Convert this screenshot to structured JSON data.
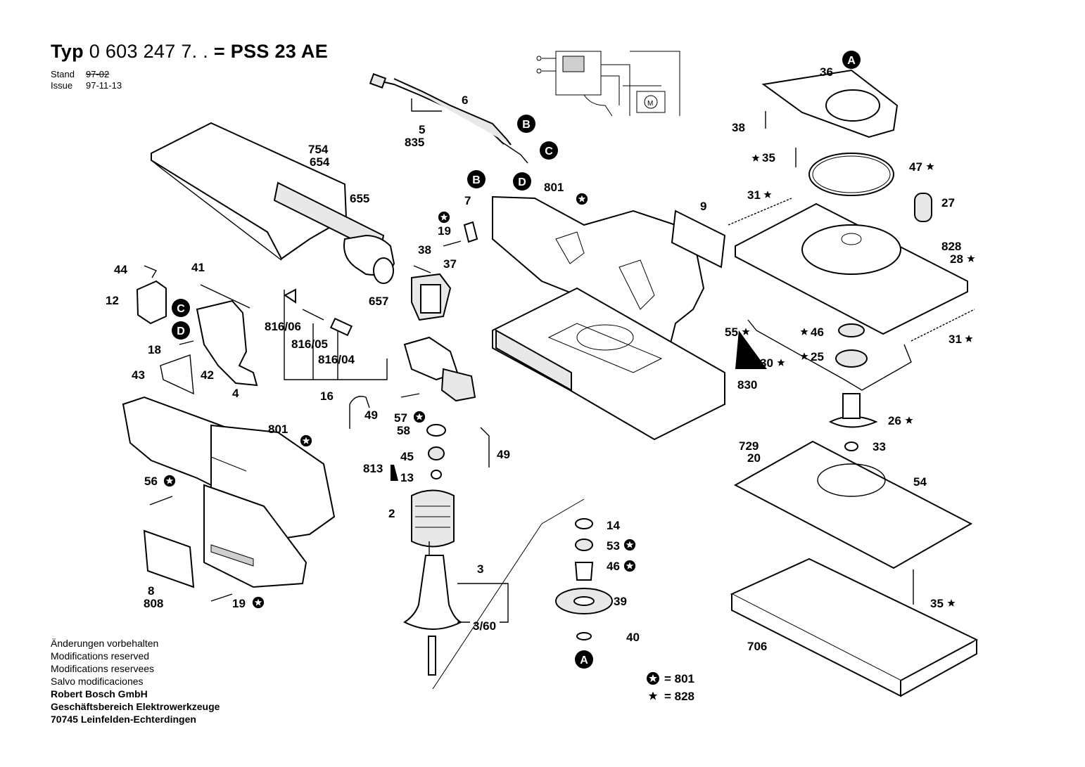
{
  "header": {
    "typ_label": "Typ",
    "type_number": "0 603 247 7. .",
    "equals": "=",
    "model": "PSS 23 AE",
    "stand_label": "Stand",
    "stand_value": "97-02",
    "issue_label": "Issue",
    "issue_value": "97-11-13"
  },
  "labels": {
    "p36": "36",
    "p38a": "38",
    "p35a": "35",
    "p47": "47",
    "p27": "27",
    "p31a": "31",
    "p31b": "31",
    "p828": "828",
    "p28": "28",
    "p46a": "46",
    "p25": "25",
    "p55": "55",
    "p30": "30",
    "p830": "830",
    "p26": "26",
    "p33": "33",
    "p729": "729",
    "p20": "20",
    "p54": "54",
    "p35b": "35",
    "p706": "706",
    "p6": "6",
    "p5": "5",
    "p835": "835",
    "p754": "754",
    "p654": "654",
    "p655": "655",
    "p657": "657",
    "p801a": "801",
    "p9": "9",
    "p7": "7",
    "p19a": "19",
    "p37": "37",
    "p38b": "38",
    "p44": "44",
    "p41": "41",
    "p12": "12",
    "p18": "18",
    "p43": "43",
    "p42": "42",
    "p4": "4",
    "p816_06": "816/06",
    "p816_05": "816/05",
    "p816_04": "816/04",
    "p16": "16",
    "p49a": "49",
    "p49b": "49",
    "p57": "57",
    "p58": "58",
    "p813": "813",
    "p45": "45",
    "p13": "13",
    "p2": "2",
    "p3": "3",
    "p3_60": "3/60",
    "p801b": "801",
    "p56": "56",
    "p8": "8",
    "p808": "808",
    "p19b": "19",
    "p14": "14",
    "p53": "53",
    "p46b": "46",
    "p39": "39",
    "p40": "40"
  },
  "callouts": {
    "A": "A",
    "B": "B",
    "C": "C",
    "D": "D"
  },
  "legend": {
    "star_ring_value": "= 801",
    "star_value": "= 828"
  },
  "footer": {
    "line1": "Änderungen vorbehalten",
    "line2": "Modifications reserved",
    "line3": "Modifications reservees",
    "line4": "Salvo modificaciones",
    "line5": "Robert Bosch GmbH",
    "line6": "Geschäftsbereich Elektrowerkzeuge",
    "line7": "70745 Leinfelden-Echterdingen"
  },
  "icons": {
    "ring_star": "ring-star-icon",
    "star": "star-icon",
    "callout": "circle-letter-icon"
  }
}
